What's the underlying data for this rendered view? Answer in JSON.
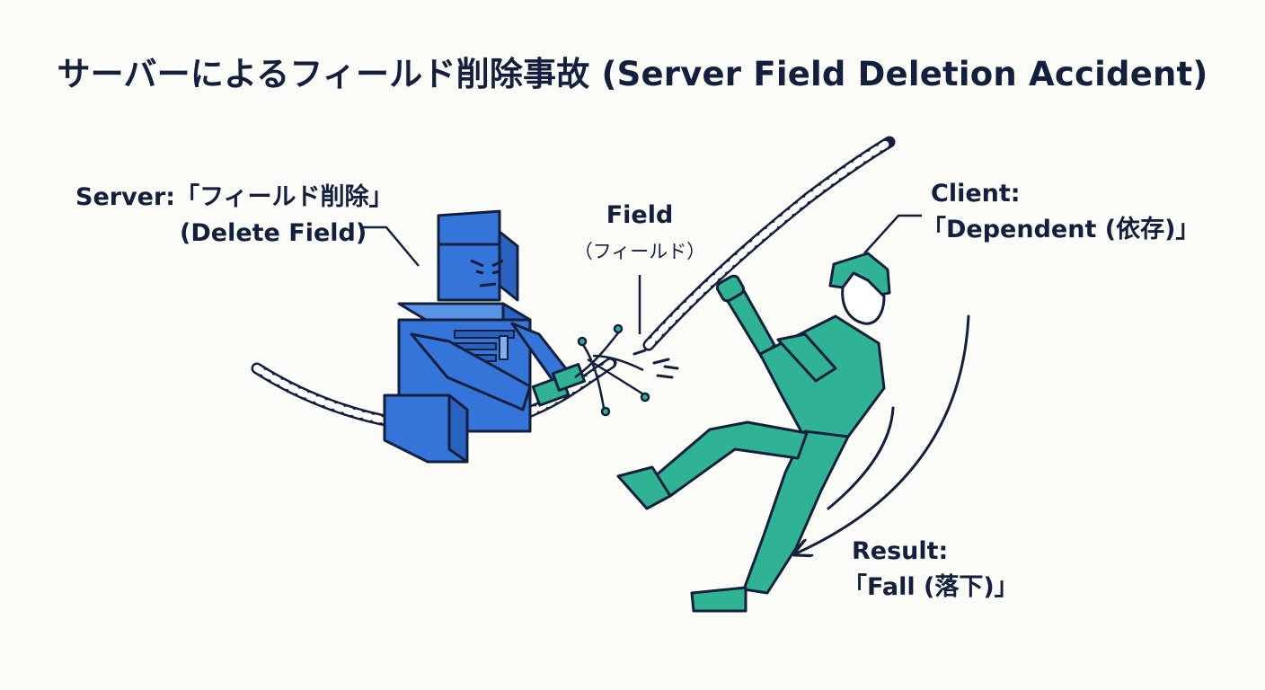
{
  "title": "サーバーによるフィールド削除事故 (Server Field Deletion Accident)",
  "labels": {
    "server": {
      "line1": "Server:「フィールド削除」",
      "line2": "(Delete Field)"
    },
    "field": {
      "line1": "Field",
      "line2": "（フィールド）"
    },
    "client": {
      "line1": "Client:",
      "line2": "「Dependent (依存)」"
    },
    "result": {
      "line1": "Result:",
      "line2": "「Fall (落下)」"
    }
  },
  "colors": {
    "server_blue": "#3574d8",
    "client_green": "#2fb394",
    "ink": "#13203d",
    "background": "#fbfbf8"
  },
  "icons": [
    "robot-server-figure",
    "falling-person-figure",
    "rope",
    "scissors-icon",
    "motion-arrow-icon"
  ]
}
